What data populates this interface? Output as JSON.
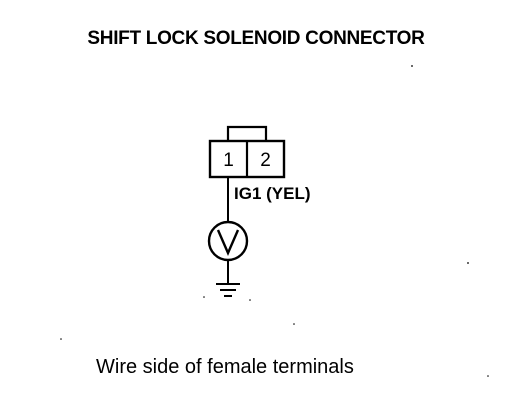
{
  "diagram": {
    "title": "SHIFT LOCK SOLENOID CONNECTOR",
    "connector": {
      "terminals": [
        "1",
        "2"
      ]
    },
    "wire_label": "IG1 (YEL)",
    "meter": {
      "symbol": "V",
      "icon": "voltmeter-icon"
    },
    "ground_icon": "ground-icon",
    "caption": "Wire side of female terminals"
  }
}
